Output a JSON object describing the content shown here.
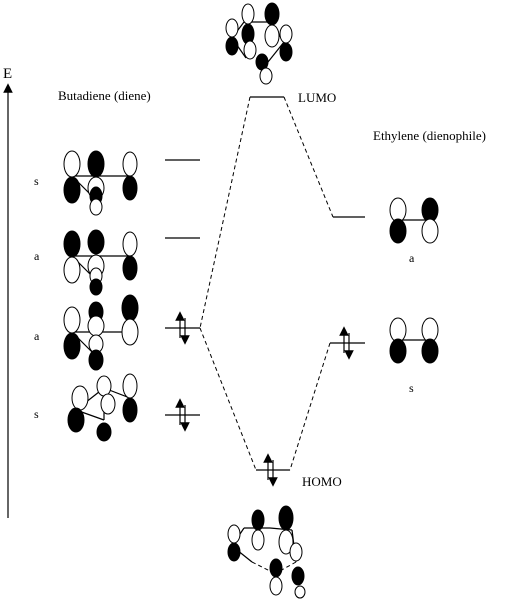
{
  "energy_axis_label": "E",
  "butadiene_title": "Butadiene (diene)",
  "ethylene_title": "Ethylene (dienophile)",
  "lumo_label": "LUMO",
  "homo_label": "HOMO",
  "butadiene_symmetry": [
    "s",
    "a",
    "a",
    "s"
  ],
  "ethylene_symmetry": [
    "a",
    "s"
  ]
}
